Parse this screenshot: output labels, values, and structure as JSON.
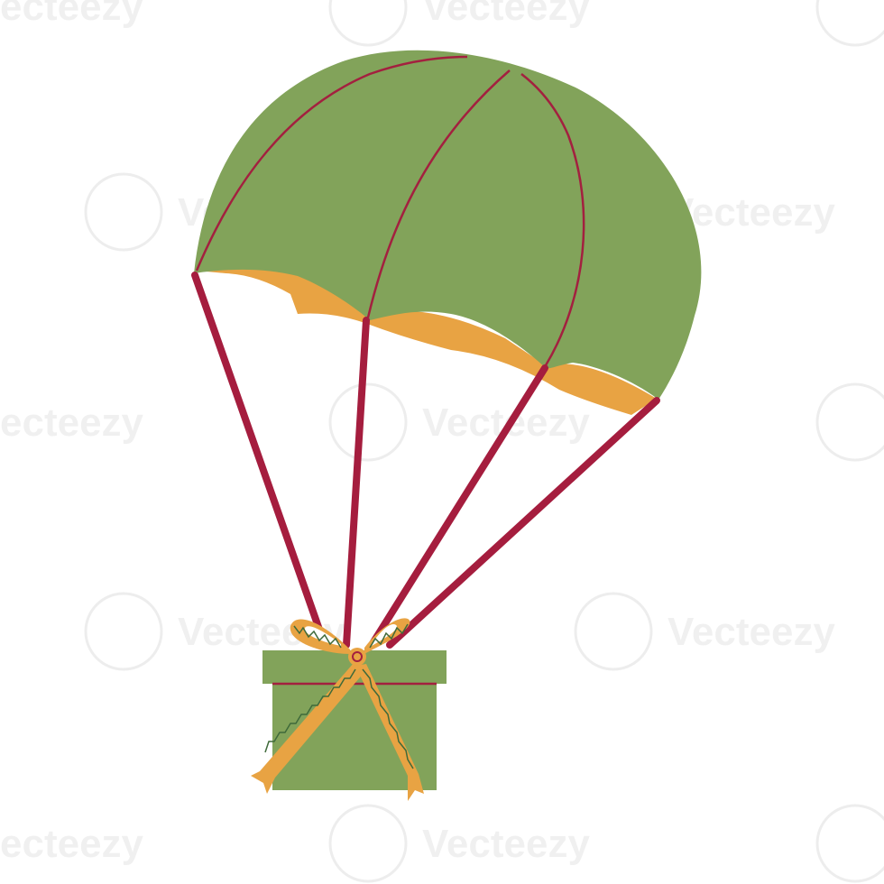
{
  "image": {
    "subject": "parachute-gift",
    "colors": {
      "background": "#ffffff",
      "canopy": "#82a35a",
      "canopy_inner": "#e8a343",
      "canopy_seam": "#a3203f",
      "cords": "#a51d3e",
      "box": "#82a35a",
      "box_seam": "#a3203f",
      "ribbon": "#e8a343",
      "ribbon_stitch": "#3f6a3a"
    }
  },
  "watermark": {
    "text": "Vecteezy",
    "partial_text": "ecteezy",
    "icon": "vecteezy-v-logo-icon"
  }
}
